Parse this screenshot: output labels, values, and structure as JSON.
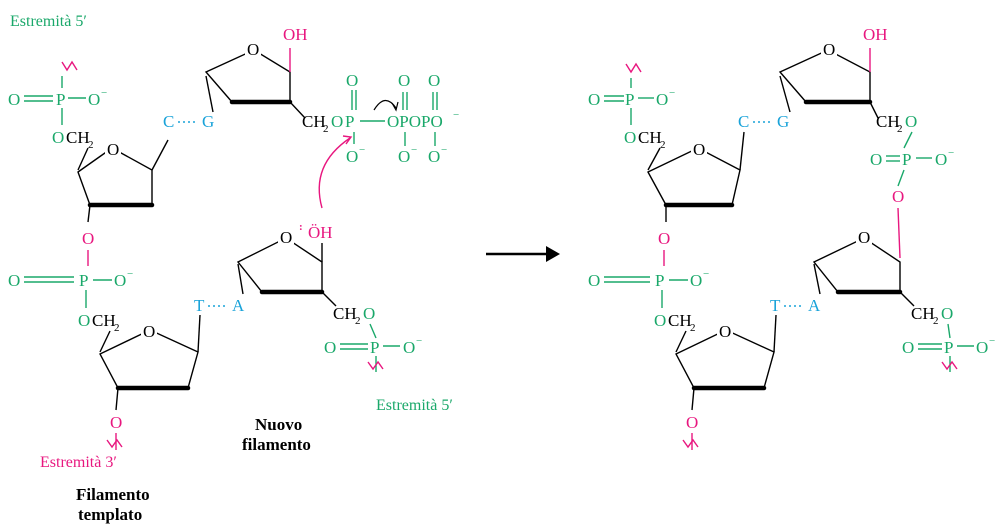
{
  "labels": {
    "five_prime_end_top": "Estremità 5′",
    "five_prime_end_mid": "Estremità 5′",
    "three_prime_end": "Estremità 3′",
    "new_strand": [
      "Nuovo",
      "filamento"
    ],
    "template_strand": [
      "Filamento",
      "templato"
    ]
  },
  "atoms": {
    "O": "O",
    "P": "P",
    "OH": "OH",
    "OH_nucleophile": "ÖH",
    "CH2": "CH",
    "sub2": "2",
    "minus": "−",
    "CH2O_P": "CH",
    "OPOPO": "OPOPO",
    "OO": "O",
    "OPOP": "OPOPO"
  },
  "bases": {
    "C": "C",
    "G": "G",
    "T": "T",
    "A": "A"
  },
  "colors": {
    "phosphate": "#1aa86a",
    "bridge": "#e8177f",
    "base": "#1aa3d9",
    "backbone": "#000000"
  }
}
